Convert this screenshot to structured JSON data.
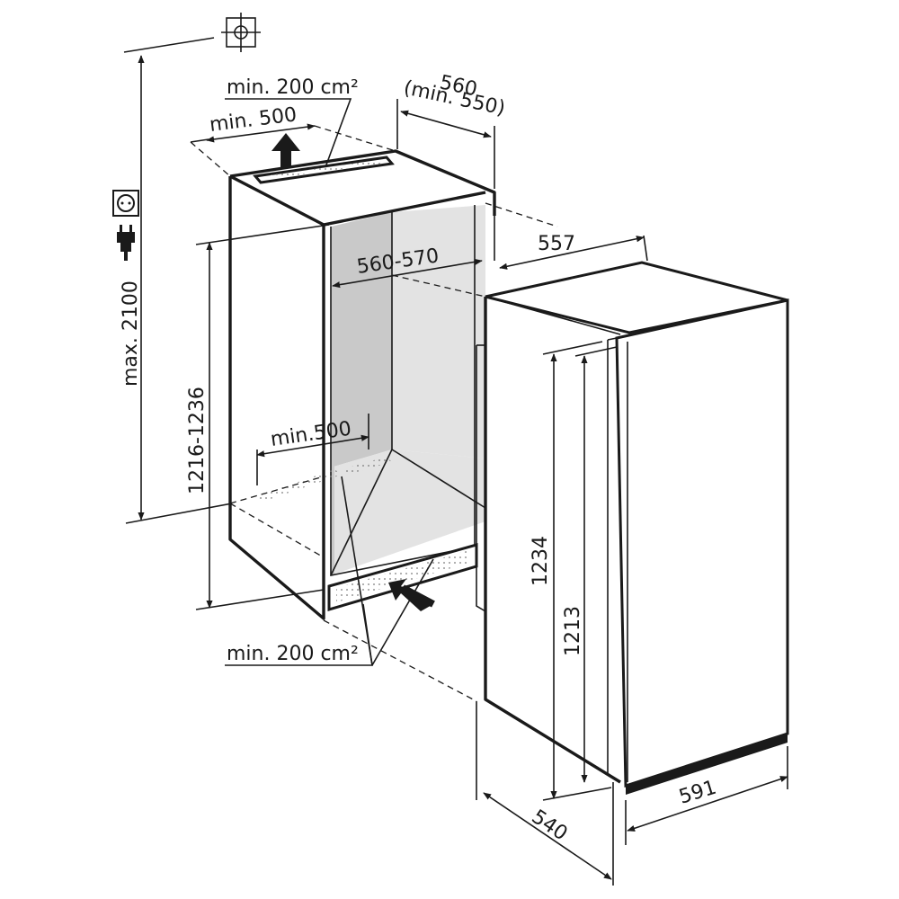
{
  "labels": {
    "top_vent": "min. 200 cm²",
    "top_clearance": "min. 500",
    "niche_width_1": "560",
    "niche_width_2": "(min. 550)",
    "appliance_depth": "557",
    "niche_depth": "560-570",
    "max_height": "max. 2100",
    "niche_height": "1216-1236",
    "bottom_clearance": "min.500",
    "bottom_vent": "min. 200 cm²",
    "appliance_height": "1234",
    "door_height": "1213",
    "body_depth": "540",
    "door_width": "591"
  },
  "icons": [
    "wall-socket-icon",
    "power-plug-icon",
    "wall-mount-icon"
  ]
}
